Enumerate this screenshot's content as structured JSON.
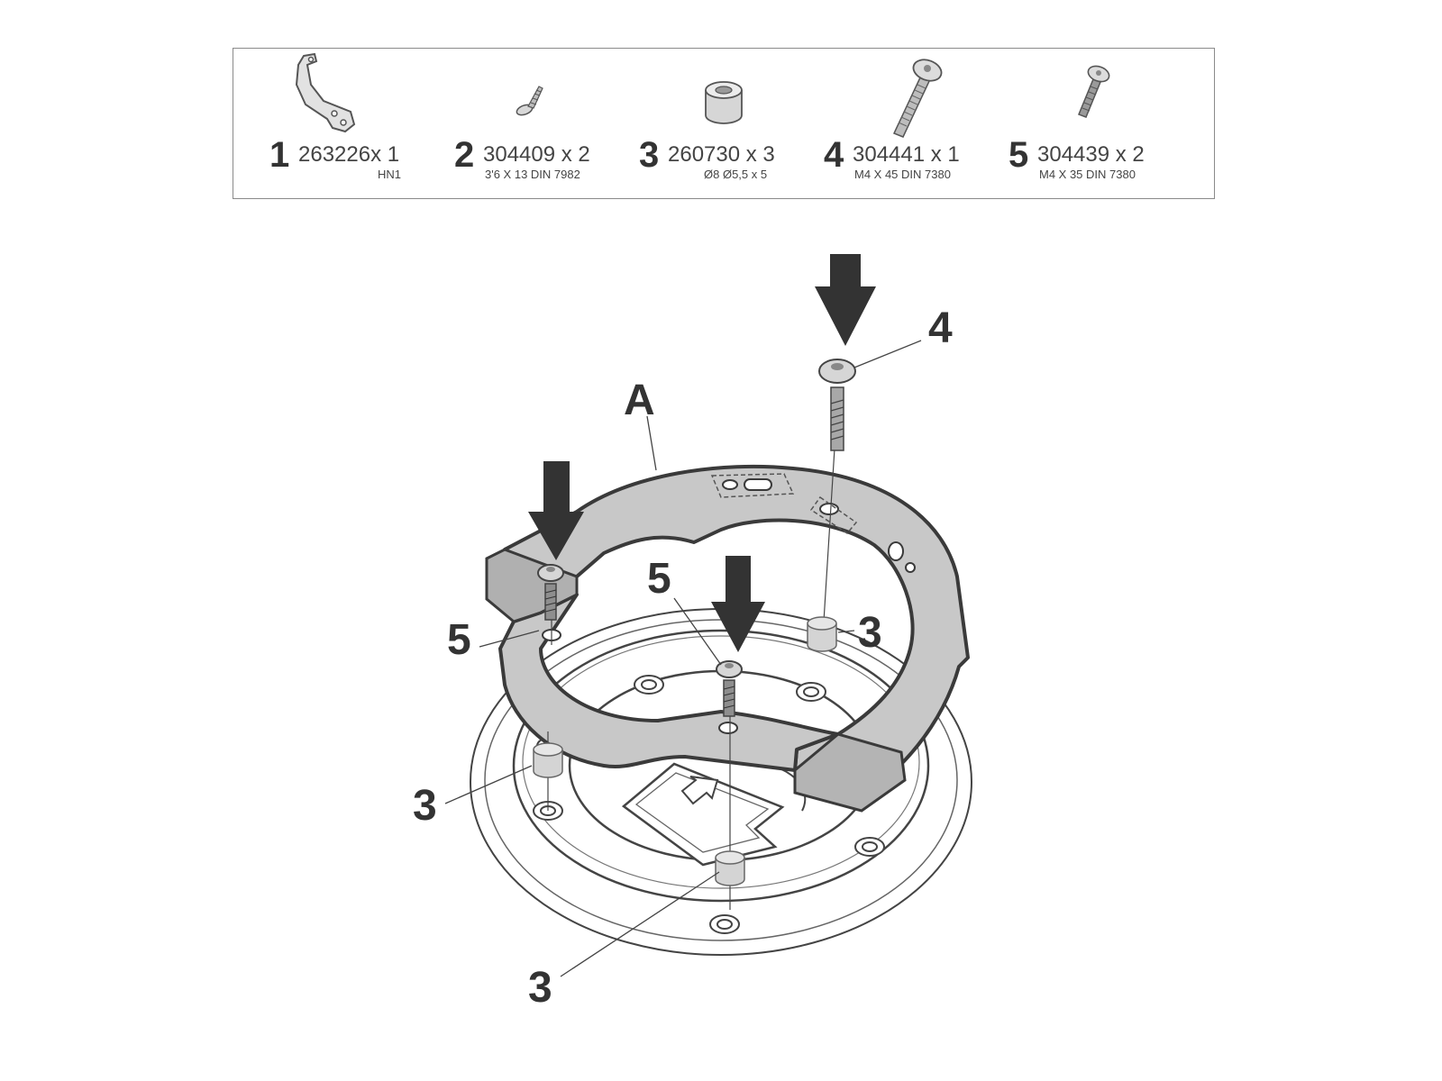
{
  "parts": [
    {
      "num": "1",
      "code": "263226x 1",
      "spec": "HN1"
    },
    {
      "num": "2",
      "code": "304409 x 2",
      "spec": "3'6 X 13 DIN 7982"
    },
    {
      "num": "3",
      "code": "260730 x 3",
      "spec": "Ø8 Ø5,5 x 5"
    },
    {
      "num": "4",
      "code": "304441 x 1",
      "spec": "M4 X 45 DIN 7380"
    },
    {
      "num": "5",
      "code": "304439 x 2",
      "spec": "M4 X 35 DIN 7380"
    }
  ],
  "callouts": {
    "ring": "A",
    "top_screw": "4",
    "left_screw": "5",
    "center_screw": "5",
    "spacer_right": "3",
    "spacer_left": "3",
    "spacer_bottom": "3"
  },
  "colors": {
    "ring_fill": "#c8c8c8",
    "outline": "#3a3a3a",
    "arrow": "#333333"
  }
}
